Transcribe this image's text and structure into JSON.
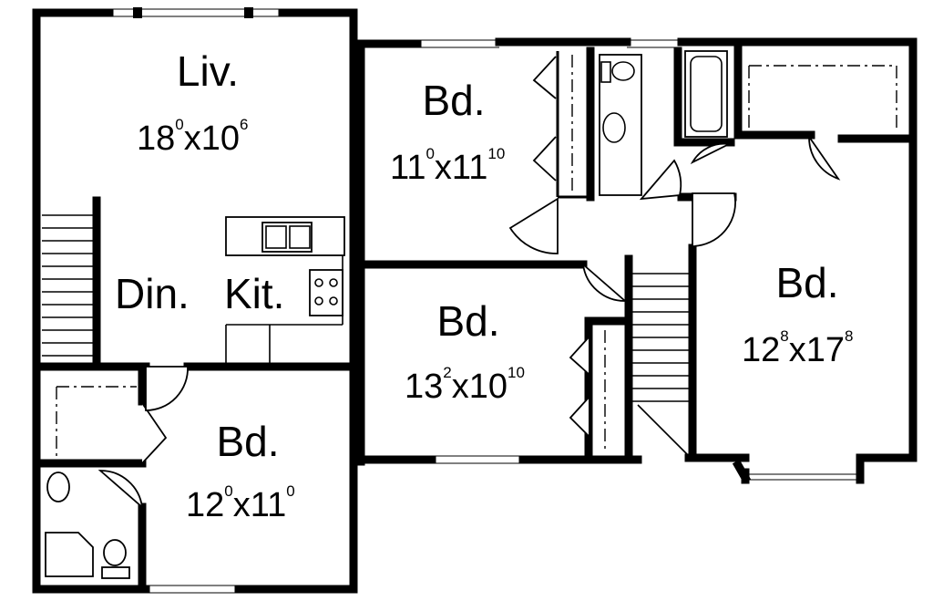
{
  "rooms": [
    {
      "id": "living",
      "name": "Liv.",
      "dim_a": "18",
      "sup_a": "0",
      "dim_b": "10",
      "sup_b": "6"
    },
    {
      "id": "bed-top-center",
      "name": "Bd.",
      "dim_a": "11",
      "sup_a": "0",
      "dim_b": "11",
      "sup_b": "10"
    },
    {
      "id": "bed-right",
      "name": "Bd.",
      "dim_a": "12",
      "sup_a": "8",
      "dim_b": "17",
      "sup_b": "8"
    },
    {
      "id": "bed-middle",
      "name": "Bd.",
      "dim_a": "13",
      "sup_a": "2",
      "dim_b": "10",
      "sup_b": "10"
    },
    {
      "id": "bed-bottom-left",
      "name": "Bd.",
      "dim_a": "12",
      "sup_a": "0",
      "dim_b": "11",
      "sup_b": "0"
    }
  ],
  "labels": {
    "dining": "Din.",
    "kitchen": "Kit.",
    "times": "x"
  }
}
